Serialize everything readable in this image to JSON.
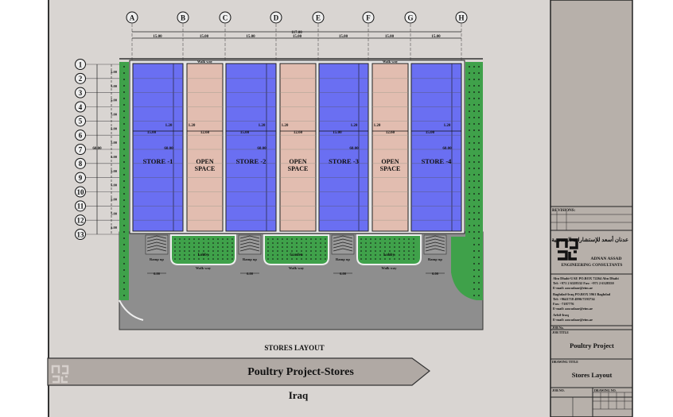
{
  "grid": {
    "columns": [
      "A",
      "B",
      "C",
      "D",
      "E",
      "F",
      "G",
      "H"
    ],
    "rows": [
      "1",
      "2",
      "3",
      "4",
      "5",
      "6",
      "7",
      "8",
      "9",
      "10",
      "11",
      "12",
      "13"
    ],
    "overall_width": "117.00",
    "bay_dims": [
      "15.00",
      "15.00",
      "15.00",
      "15.00",
      "15.00",
      "15.00",
      "15.00"
    ],
    "overall_height": "60.00",
    "row_dims": [
      "5.00",
      "5.00",
      "5.00",
      "5.00",
      "5.00",
      "5.00",
      "5.00",
      "5.00",
      "5.00",
      "5.00",
      "5.00",
      "5.00"
    ]
  },
  "plan": {
    "walk_way_top": "Walk way",
    "stores": [
      {
        "label": "STORE -1",
        "width": "15.00",
        "length": "60.00",
        "offset": "1.20"
      },
      {
        "label": "STORE -2",
        "width": "15.00",
        "length": "60.00",
        "offset": "1.20"
      },
      {
        "label": "STORE -3",
        "width": "15.00",
        "length": "60.00",
        "offset": "1.20"
      },
      {
        "label": "STORE -4",
        "width": "15.00",
        "length": "60.00",
        "offset": "1.20"
      }
    ],
    "open_spaces": [
      {
        "line1": "OPEN",
        "line2": "SPACE",
        "width": "12.60",
        "offset": "1.20"
      },
      {
        "line1": "OPEN",
        "line2": "SPACE",
        "width": "12.60",
        "offset": "1.20"
      },
      {
        "line1": "OPEN",
        "line2": "SPACE",
        "width": "12.60",
        "offset": "1.20"
      }
    ],
    "ramp_label": "Ramp up",
    "ramp_width": "6.00",
    "gardens": [
      "Lobby",
      "Garden",
      "Lobby"
    ],
    "walk_way_bottom": "Walk way"
  },
  "sheet": {
    "drawing_caption": "STORES LAYOUT",
    "banner_title": "Poultry Project-Stores",
    "location": "Iraq"
  },
  "title_block": {
    "revisions_label": "REVISIONS:",
    "company_arabic": "عدنان أسعد للإستشارات الهندسية",
    "company_name_logo": "ADNAN ASSAD",
    "company_subtitle": "ENGINEERING CONSULTANTS",
    "contacts": [
      "Abu Dhabi-UAE PO.BOX 72264 Abu Dhabi",
      "Tel: +971 2 6328332  Fax: +971 2 6328350",
      "E-mail: aawadaae@eim.ae",
      "Baghdad-Iraq  PO.BOX 5961 Baghdad",
      "Tel: +9641718 4996/7193734",
      "Fax: -7187776",
      "E-mail: aawadaae@eim.ae",
      "Arbil-Iraq",
      "E-mail: aawadaae@eim.ae"
    ],
    "job_no_label": "JOB No.",
    "job_title_label": "JOB TITLE",
    "job_title": "Poultry Project",
    "drawing_title_label": "DRAWING TITLE",
    "drawing_title": "Stores Layout",
    "sub_job_no_label": "JOB NO.",
    "drawing_no_label": "DRAWING NO."
  },
  "colors": {
    "sheet_bg": "#d9d5d2",
    "title_bg": "#b7b0aa",
    "store": "#6a6ff2",
    "open_space": "#e2bdb0",
    "green": "#3fa14a",
    "road": "#8e8e8e"
  }
}
